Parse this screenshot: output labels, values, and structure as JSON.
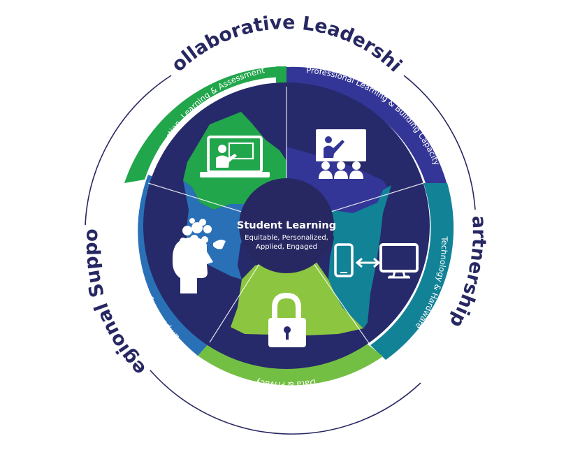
{
  "outer_labels": {
    "top": "Collaborative Leadership",
    "right": "Partnerships",
    "left": "Regional Support"
  },
  "segments": [
    {
      "label": "Instruction, Learning & Assessment",
      "icon": "laptop-teacher-icon",
      "color": "#21a64b"
    },
    {
      "label": "Professional Learning & Building Capacity",
      "icon": "presentation-audience-icon",
      "color": "#333597"
    },
    {
      "label": "Technology & Hardware",
      "icon": "phone-monitor-sync-icon",
      "color": "#128297"
    },
    {
      "label": "Data & Privacy",
      "icon": "padlock-icon",
      "color": "#73bf44"
    },
    {
      "label": "Empowering, Innovative Leadership",
      "icon": "head-gears-icon",
      "color": "#2a70b7"
    }
  ],
  "center": {
    "title": "Student Learning",
    "line1": "Equitable, Personalized,",
    "line2": "Applied, Engaged"
  },
  "colors": {
    "navy": "#272862",
    "wedge_dark": "#26296a",
    "map_green": "#21a64b",
    "map_blue": "#333597",
    "map_light_green": "#8cc540",
    "map_teal": "#128297",
    "map_mid_blue": "#2a70b7"
  }
}
